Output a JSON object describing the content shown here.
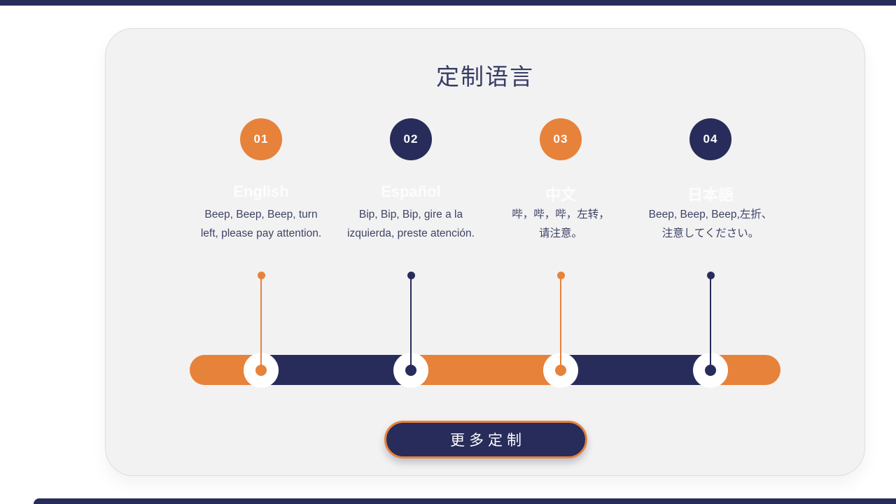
{
  "section": {
    "title": "定制语言",
    "button_label": "更多定制"
  },
  "colors": {
    "orange": "#e7823b",
    "navy": "#282c5a",
    "card_background": "#f2f2f2",
    "description_text": "#3e4366",
    "faint_label_text": "#fdfdfd"
  },
  "steps": [
    {
      "number": "01",
      "language": "English",
      "lines": [
        "Beep, Beep, Beep, turn",
        "left, please pay attention."
      ],
      "accent": "orange"
    },
    {
      "number": "02",
      "language": "Español",
      "lines": [
        "Bip, Bip, Bip, gire a la",
        "izquierda, preste atención."
      ],
      "accent": "navy"
    },
    {
      "number": "03",
      "language": "中文",
      "lines": [
        "哔，哔，哔，左转，",
        "请注意。"
      ],
      "accent": "orange"
    },
    {
      "number": "04",
      "language": "日本語",
      "lines": [
        "Beep, Beep, Beep,左折、",
        "注意してください。"
      ],
      "accent": "navy"
    }
  ],
  "timeline": {
    "segments": [
      "orange",
      "navy",
      "orange",
      "navy",
      "orange"
    ],
    "stops": [
      "orange",
      "navy",
      "orange",
      "navy"
    ]
  }
}
